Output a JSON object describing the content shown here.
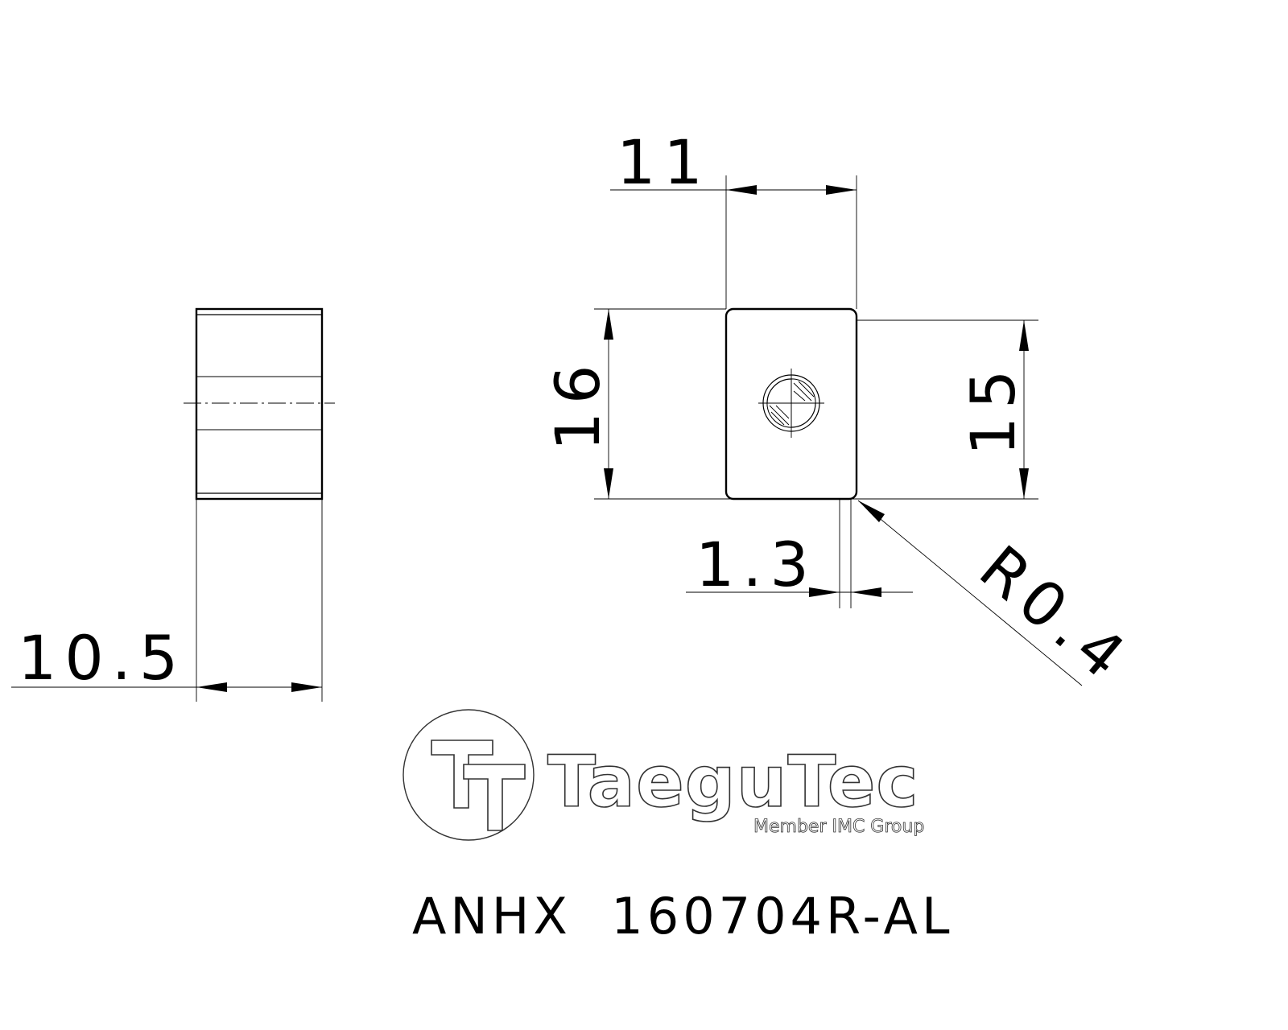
{
  "dimensions": {
    "thickness": "10.5",
    "width": "11",
    "length": "16",
    "length_inner": "15",
    "land": "1.3",
    "corner_radius": "R0.4"
  },
  "logo": {
    "brand": "TaeguTec",
    "tagline": "Member IMC Group"
  },
  "part_number": "ANHX  160704R-AL"
}
